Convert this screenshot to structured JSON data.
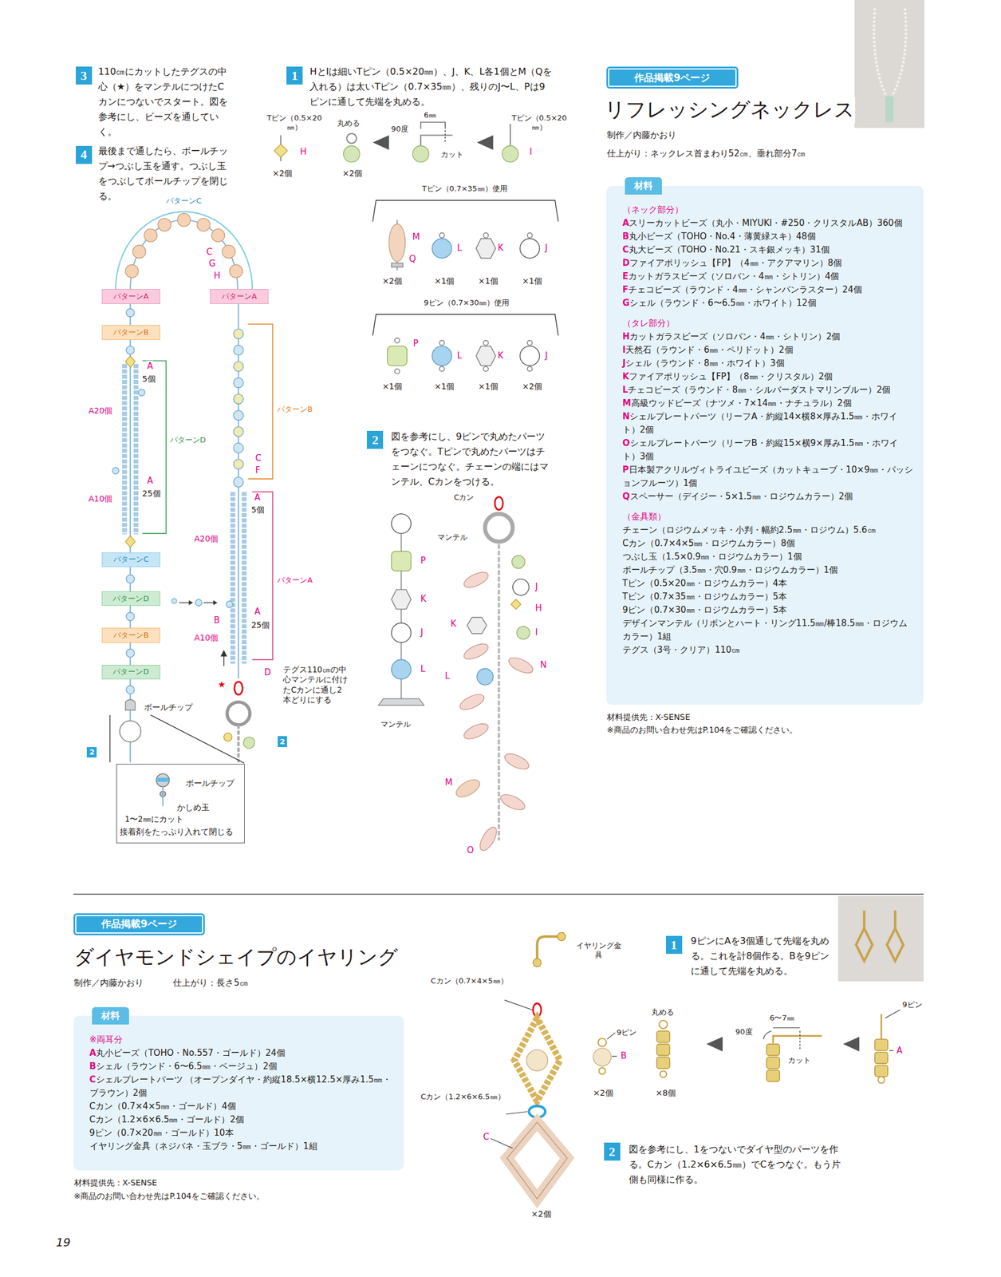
{
  "diagram": {
    "nodes": [
      {
        "text": [
          "3"
        ]
      },
      {
        "text": [
          "4"
        ]
      },
      {
        "text": [
          "パターンA"
        ]
      },
      {
        "text": [
          "パターンA"
        ]
      },
      {
        "text": [
          "パターンB"
        ]
      },
      {
        "text": [
          "パターンC"
        ]
      },
      {
        "text": [
          "パターンD"
        ]
      },
      {
        "text": [
          "パターンB"
        ]
      },
      {
        "text": [
          "パターンD"
        ]
      },
      {
        "text": [
          "2"
        ]
      },
      {
        "text": [
          "2"
        ]
      },
      {
        "text": [
          "ボールチップ",
          "かしめ玉",
          "1〜2㎜にカット",
          "接着剤をたっぷり入れて閉じる"
        ]
      },
      {
        "text": [
          "1"
        ]
      },
      {
        "text": [
          "2"
        ]
      },
      {
        "text": [
          "作品掲載9ページ"
        ]
      },
      {
        "text": [
          "材料",
          "（ネック部分）",
          "Aスリーカットビーズ（丸小・MIYUKI・#250・クリスタルAB）360個",
          "B丸小ビーズ（TOHO・No.4・薄黄緑スキ）48個",
          "C丸大ビーズ（TOHO・No.21・スキ銀メッキ）31個",
          "Dファイアポリッシュ【FP】（4㎜・アクアマリン）8個",
          "Eカットガラスビーズ（ソロバン・4㎜・シトリン）4個",
          "Fチェコビーズ（ラウンド・4㎜・シャンパンラスター）24個",
          "Gシェル（ラウンド・6〜6.5㎜・ホワイト）12個",
          "（タレ部分）",
          "Hカットガラスビーズ（ソロバン・4㎜・シトリン）2個",
          "I天然石（ラウンド・6㎜・ペリドット）2個",
          "Jシェル（ラウンド・8㎜・ホワイト）3個",
          "Kファイアポリッシュ【FP】（8㎜・クリスタル）2個",
          "Lチェコビーズ（ラウンド・8㎜・シルバーダストマリンブルー）2個",
          "M高級ウッドビーズ（ナツメ・7×14㎜・ナチュラル）2個",
          "Nシェルプレートパーツ（リーフA・約縦14×横8×厚み1.5㎜・ホワイト）2個",
          "Oシェルプレートパーツ（リーフB・約縦15×横9×厚み1.5㎜・ホワイト）3個",
          "P日本製アクリルヴィトライユビーズ（カットキューブ・10×9㎜・パッションフルーツ）1個",
          "Qスペーサー（デイジー・5×1.5㎜・ロジウムカラー）2個",
          "（金具類）",
          "チェーン（ロジウムメッキ・小判・幅約2.5㎜・ロジウム）5.6㎝",
          "Cカン（0.7×4×5㎜・ロジウムカラー）8個",
          "つぶし玉（1.5×0.9㎜・ロジウムカラー）1個",
          "ボールチップ（3.5㎜・穴0.9㎜・ロジウムカラー）1個",
          "Tピン（0.5×20㎜・ロジウムカラー）4本",
          "Tピン（0.7×35㎜・ロジウムカラー）5本",
          "9ピン（0.7×30㎜・ロジウムカラー）5本",
          "デザインマンテル（リボンとハート・リング11.5㎜/棒18.5㎜・ロジウムカラー）1組",
          "テグス（3号・クリア）110㎝"
        ]
      },
      {
        "text": [
          "作品掲載9ページ"
        ]
      },
      {
        "text": [
          "材料",
          "※両耳分",
          "A丸小ビーズ（TOHO・No.557・ゴールド）24個",
          "Bシェル（ラウンド・6〜6.5㎜・ベージュ）2個",
          "Cシェルプレートパーツ （オープンダイヤ・約縦18.5×横12.5×厚み1.5㎜・ブラウン）2個",
          "Cカン（0.7×4×5㎜・ゴールド）4個",
          "Cカン（1.2×6×6.5㎜・ゴールド）2個",
          "9ピン（0.7×20㎜・ゴールド）10本",
          "イヤリング金具（ネジバネ・玉ブラ・5㎜・ゴールド）1組"
        ]
      },
      {
        "text": [
          "1"
        ]
      },
      {
        "text": [
          "2"
        ]
      }
    ],
    "labels": [
      "110㎝にカットしたテグスの中心（★）をマンテルにつけたCカンにつないでスタート。図を参考にし、ビーズを通していく。",
      "最後まで通したら、ボールチップ→つぶし玉を通す。つぶし玉をつぶしてボールチップを閉じる。",
      "パターンC",
      "C",
      "G",
      "H",
      "A",
      "5個",
      "A20個",
      "パターンD",
      "A",
      "25個",
      "A10個",
      "パターンB",
      "C",
      "F",
      "A",
      "5個",
      "A20個",
      "パターンA",
      "A",
      "25個",
      "B",
      "A10個",
      "D",
      "テグス110㎝の中心マンテルに付けたCカンに通し2本どりにする",
      "★",
      "ボールチップ",
      "HとIは細いTピン（0.5×20㎜）、J、K、L各1個とM（Qを入れる）は太いTピン（0.7×35㎜）、残りのJ〜L、Pは9ピンに通して先端を丸める。",
      "Tピン（0.5×20㎜）",
      "H",
      "×2個",
      "丸める",
      "×2個",
      "90度",
      "6㎜",
      "カット",
      "Tピン（0.5×20㎜）",
      "I",
      "Tピン（0.7×35㎜）使用",
      "M",
      "Q",
      "L",
      "K",
      "J",
      "×2個",
      "×1個",
      "×1個",
      "×1個",
      "9ピン（0.7×30㎜）使用",
      "P",
      "L",
      "K",
      "J",
      "×1個",
      "×1個",
      "×1個",
      "×2個",
      "図を参考にし、9ピンで丸めたパーツをつなぐ。Tピンで丸めたパーツはチェーンにつなぐ。チェーンの端にはマンテル、Cカンをつける。",
      "Cカン",
      "マンテル",
      "P",
      "K",
      "J",
      "L",
      "マンテル",
      "J",
      "H",
      "K",
      "I",
      "N",
      "L",
      "M",
      "O",
      "リフレッシングネックレス",
      "制作／内藤かおり",
      "仕上がり：ネックレス首まわり52㎝、垂れ部分7㎝",
      "材料提供先：X-SENSE",
      "※商品のお問い合わせ先はP.104をご確認ください。",
      "ダイヤモンドシェイプのイヤリング",
      "制作／内藤かおり",
      "仕上がり：長さ5㎝",
      "材料提供先：X-SENSE",
      "※商品のお問い合わせ先はP.104をご確認ください。",
      "イヤリング金具",
      "Cカン（0.7×4×5㎜）",
      "Cカン（1.2×6×6.5㎜）",
      "C",
      "×2個",
      "9ピンにAを3個通して先端を丸める。これを計8個作る。Bを9ピンに通して先端を丸める。",
      "9ピン",
      "B",
      "×2個",
      "丸める",
      "×8個",
      "90度",
      "6〜7㎜",
      "カット",
      "9ピン",
      "A",
      "図を参考にし、1をつないでダイヤ型のパーツを作る。Cカン（1.2×6×6.5㎜）でCをつなぐ。もう片側も同様に作る。",
      "19"
    ]
  }
}
